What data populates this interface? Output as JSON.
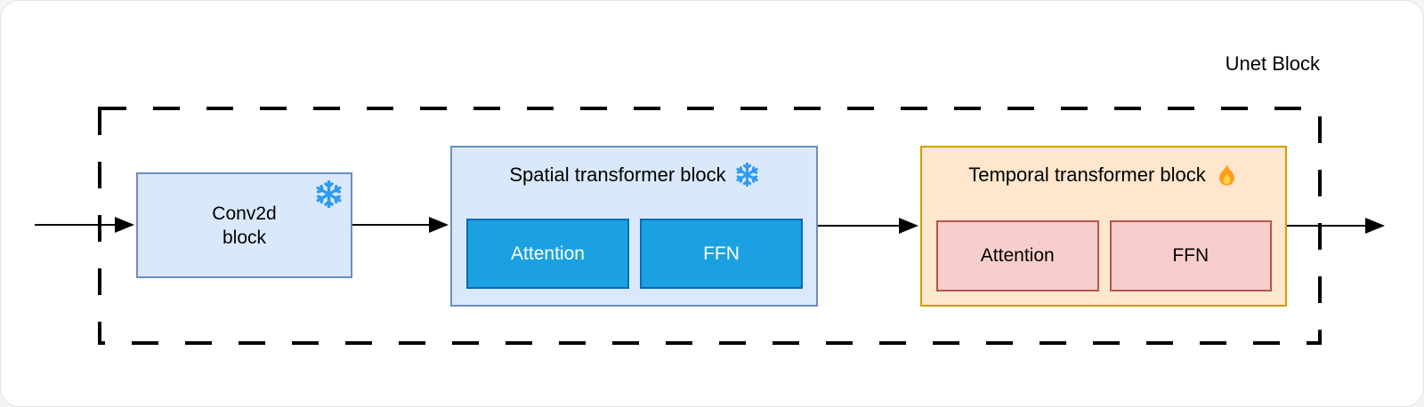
{
  "unet": {
    "label": "Unet Block"
  },
  "blocks": {
    "conv2d": {
      "label_lines": [
        "Conv2d",
        "block"
      ],
      "icon": "snowflake-icon"
    },
    "spatial": {
      "title": "Spatial transformer block",
      "icon": "snowflake-icon",
      "children": {
        "attention": "Attention",
        "ffn": "FFN"
      }
    },
    "temporal": {
      "title": "Temporal transformer block",
      "icon": "fire-icon",
      "children": {
        "attention": "Attention",
        "ffn": "FFN"
      }
    }
  },
  "colors": {
    "light_blue_fill": "#dae8fc",
    "light_blue_border": "#6c8ebf",
    "solid_blue_fill": "#1ba1e2",
    "solid_blue_border": "#006eaf",
    "orange_fill": "#ffe6cc",
    "orange_border": "#d79b00",
    "pink_fill": "#f8cecc",
    "pink_border": "#b85450",
    "snowflake_blue": "#2e9bf0",
    "flame_orange": "#ff9d17",
    "flame_yellow": "#ffd24a",
    "arrow_black": "#000000"
  }
}
